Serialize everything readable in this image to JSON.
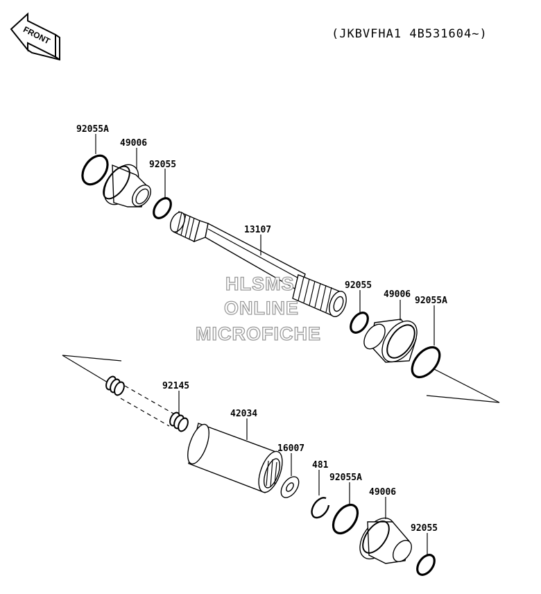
{
  "header": {
    "serial_range": "(JKBVFHA1 4B531604~)",
    "front_label": "FRONT",
    "front_icon": "front-arrow-icon"
  },
  "watermark": {
    "line1": "HLSMS",
    "line2": "ONLINE",
    "line3": "MICROFICHE"
  },
  "callouts": {
    "upper_ring_a": "92055A",
    "upper_boot": "49006",
    "upper_ring": "92055",
    "shaft": "13107",
    "mid_ring": "92055",
    "mid_boot": "49006",
    "mid_ring_a": "92055A",
    "spring": "92145",
    "coupling": "42034",
    "washer": "16007",
    "circlip": "481",
    "lower_ring_a": "92055A",
    "lower_boot": "49006",
    "lower_ring": "92055"
  }
}
